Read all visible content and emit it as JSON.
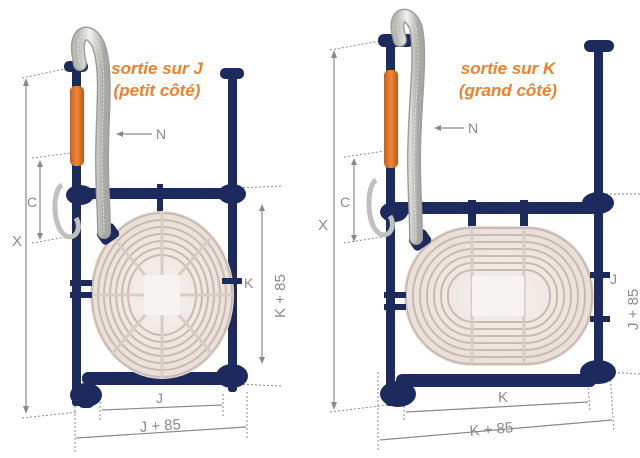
{
  "left_unit": {
    "caption_line1": "sortie sur J",
    "caption_line2": "(petit côté)",
    "dim_height": "X",
    "dim_outlet": "C",
    "dim_hose": "N",
    "dim_coil": "K",
    "dim_frame_height": "K + 85",
    "dim_inner_width": "J",
    "dim_outer_width": "J + 85"
  },
  "right_unit": {
    "caption_line1": "sortie sur K",
    "caption_line2": "(grand côté)",
    "dim_height": "X",
    "dim_outlet": "C",
    "dim_hose": "N",
    "dim_coil": "J",
    "dim_frame_height": "J + 85",
    "dim_inner_width": "K",
    "dim_outer_width": "K + 85"
  },
  "colors": {
    "frame": "#1c2a5e",
    "caption": "#f07f2a",
    "dimension": "#8a8a8a",
    "hose": "#d9d9d5",
    "coil": "#c9b9ae",
    "orange_part": "#e8792e"
  }
}
